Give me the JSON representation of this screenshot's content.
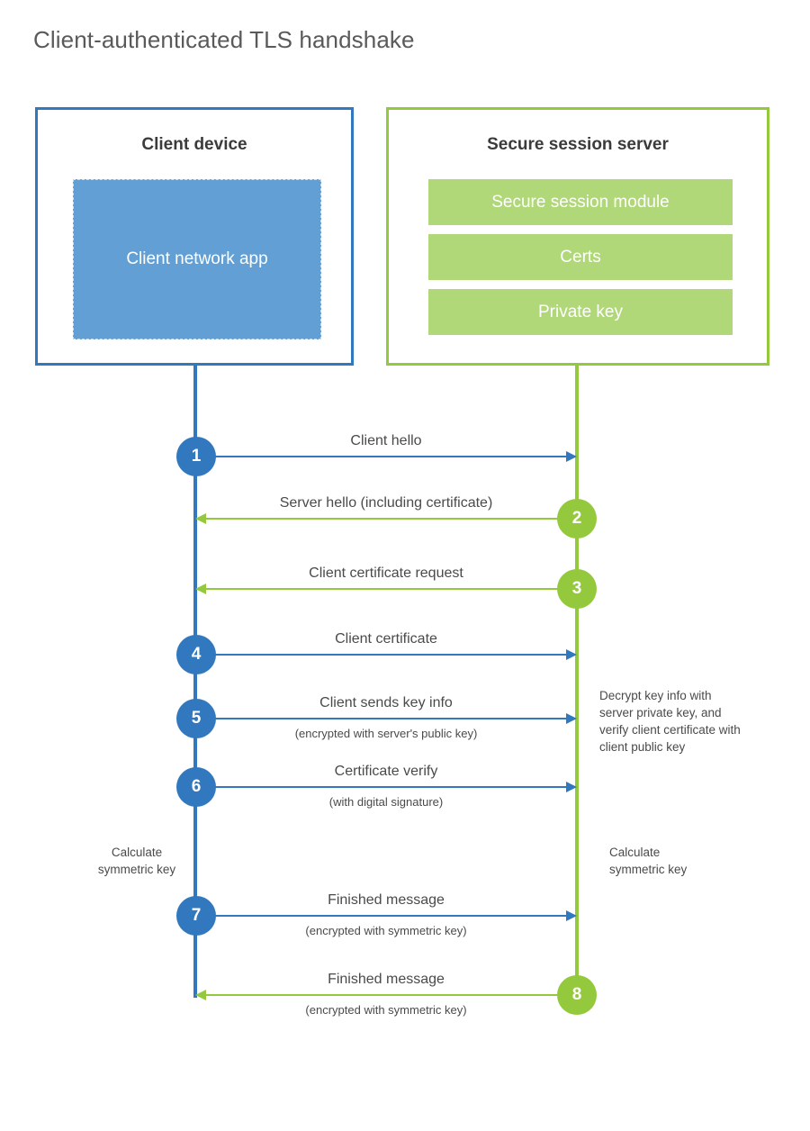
{
  "title": "Client-authenticated TLS handshake",
  "colors": {
    "client_accent": "#3178be",
    "server_accent": "#95c93d",
    "client_component_fill": "#619fd4",
    "server_component_fill": "#b0d878",
    "text": "#4a4a4a",
    "title_text": "#5a5a5a"
  },
  "entities": {
    "client": {
      "title": "Client device",
      "components": [
        {
          "label": "Client network app"
        }
      ]
    },
    "server": {
      "title": "Secure session server",
      "components": [
        {
          "label": "Secure session module"
        },
        {
          "label": "Certs"
        },
        {
          "label": "Private key"
        }
      ]
    }
  },
  "messages": [
    {
      "step": "1",
      "label": "Client hello",
      "sublabel": "",
      "direction": "client-to-server",
      "color": "blue"
    },
    {
      "step": "2",
      "label": "Server hello (including certificate)",
      "sublabel": "",
      "direction": "server-to-client",
      "color": "green"
    },
    {
      "step": "3",
      "label": "Client certificate request",
      "sublabel": "",
      "direction": "server-to-client",
      "color": "green"
    },
    {
      "step": "4",
      "label": "Client certificate",
      "sublabel": "",
      "direction": "client-to-server",
      "color": "blue"
    },
    {
      "step": "5",
      "label": "Client sends key info",
      "sublabel": "(encrypted with server's public key)",
      "direction": "client-to-server",
      "color": "blue"
    },
    {
      "step": "6",
      "label": "Certificate verify",
      "sublabel": "(with digital signature)",
      "direction": "client-to-server",
      "color": "blue"
    },
    {
      "step": "7",
      "label": "Finished message",
      "sublabel": "(encrypted with symmetric key)",
      "direction": "client-to-server",
      "color": "blue"
    },
    {
      "step": "8",
      "label": "Finished message",
      "sublabel": "(encrypted with symmetric key)",
      "direction": "server-to-client",
      "color": "green"
    }
  ],
  "notes": {
    "server_decrypt": "Decrypt key info with server private key, and verify client certificate with client public key",
    "client_calculate": "Calculate\nsymmetric key",
    "server_calculate": "Calculate\nsymmetric key"
  }
}
